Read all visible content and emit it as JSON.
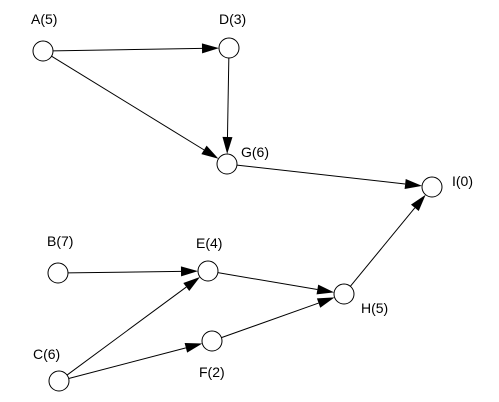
{
  "diagram": {
    "type": "directed-graph",
    "nodes": [
      {
        "id": "A",
        "label": "A(5)"
      },
      {
        "id": "D",
        "label": "D(3)"
      },
      {
        "id": "G",
        "label": "G(6)"
      },
      {
        "id": "I",
        "label": "I(0)"
      },
      {
        "id": "B",
        "label": "B(7)"
      },
      {
        "id": "E",
        "label": "E(4)"
      },
      {
        "id": "H",
        "label": "H(5)"
      },
      {
        "id": "C",
        "label": "C(6)"
      },
      {
        "id": "F",
        "label": "F(2)"
      }
    ],
    "edges": [
      {
        "from": "A",
        "to": "D"
      },
      {
        "from": "A",
        "to": "G"
      },
      {
        "from": "D",
        "to": "G"
      },
      {
        "from": "G",
        "to": "I"
      },
      {
        "from": "B",
        "to": "E"
      },
      {
        "from": "C",
        "to": "E"
      },
      {
        "from": "C",
        "to": "F"
      },
      {
        "from": "E",
        "to": "H"
      },
      {
        "from": "F",
        "to": "H"
      },
      {
        "from": "H",
        "to": "I"
      }
    ]
  }
}
